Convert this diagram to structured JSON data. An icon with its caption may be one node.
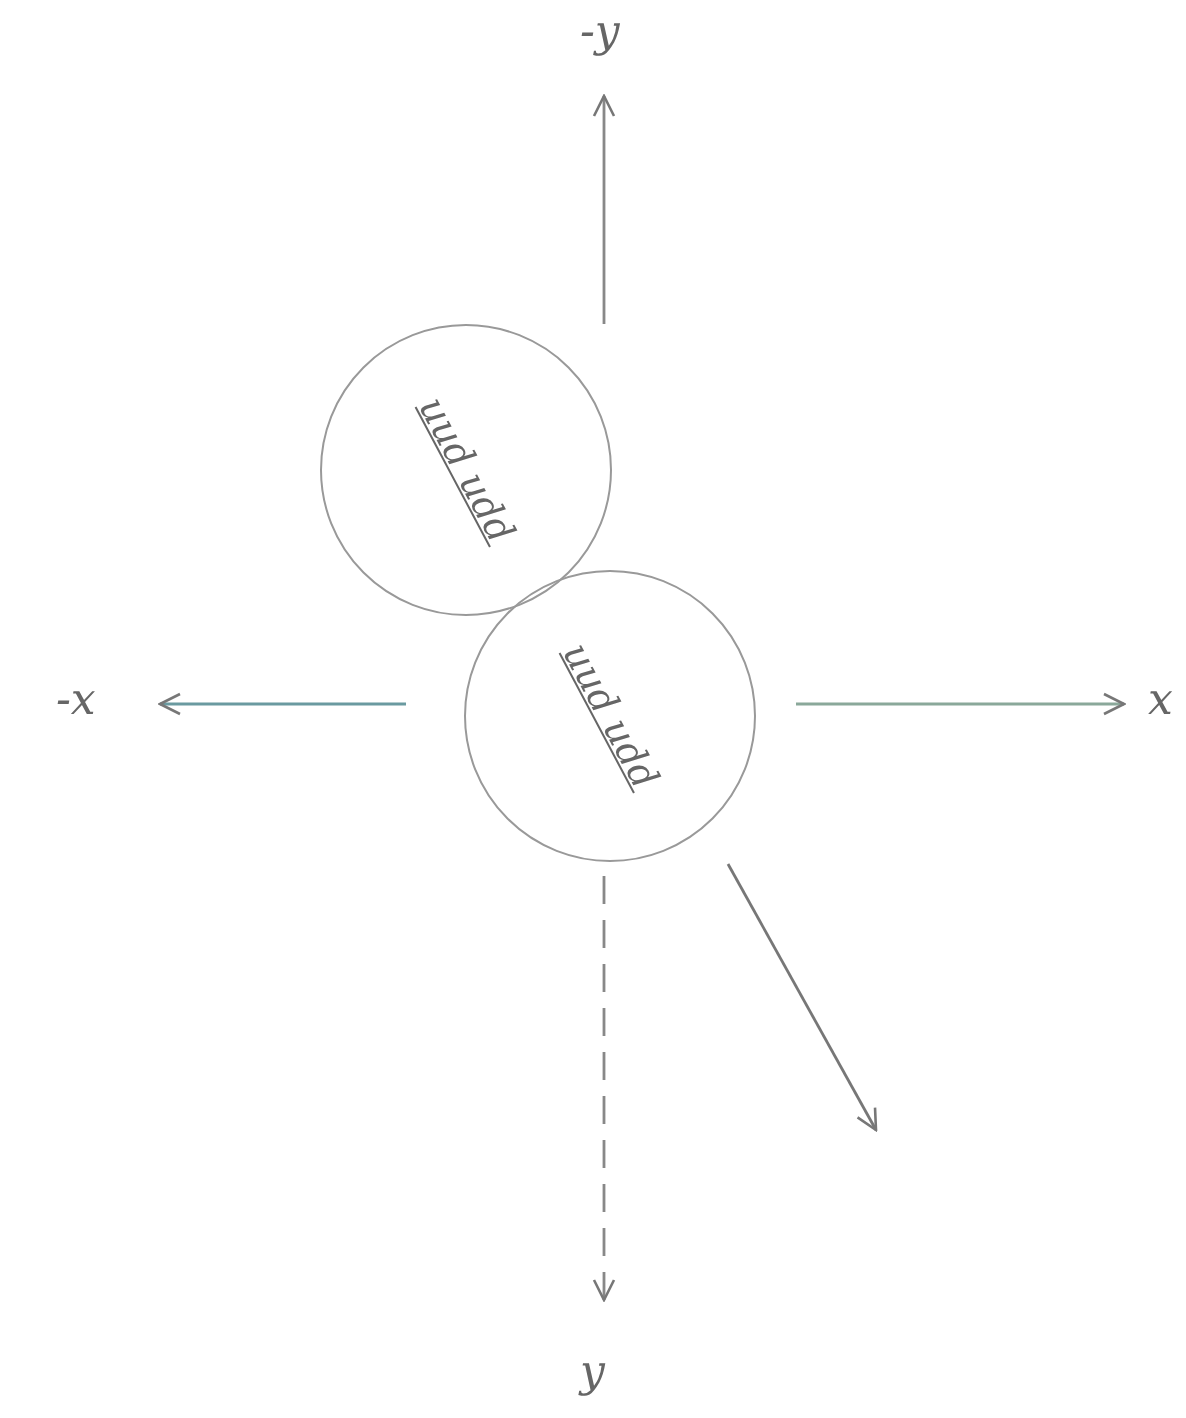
{
  "diagram": {
    "nodes": [
      {
        "text": [
          "uud udd"
        ]
      },
      {
        "text": [
          "uud udd"
        ]
      }
    ],
    "labels": [
      "-y",
      "-x",
      "x",
      "y"
    ]
  }
}
